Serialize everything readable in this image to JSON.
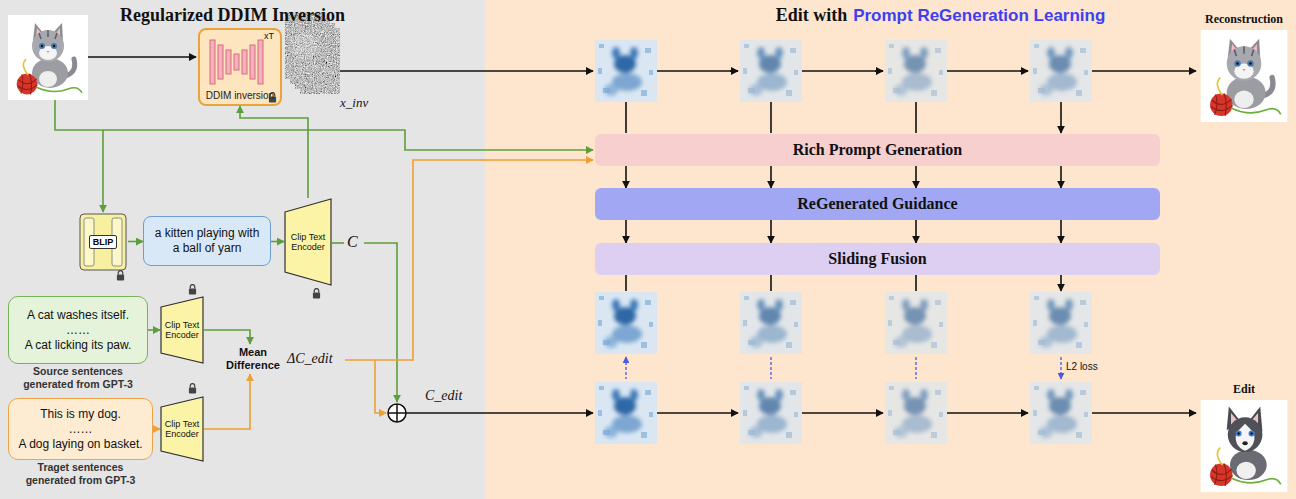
{
  "diagram": {
    "nodes": [
      {
        "text": [
          "Regularized DDIM Inversion"
        ]
      },
      {
        "text": [
          "Edit with",
          "Prompt ReGeneration Learning"
        ]
      },
      {
        "text": [
          "DDIM inversion"
        ],
        "in": 0
      },
      {
        "text": [
          "BLIP"
        ],
        "in": 0
      },
      {
        "text": [
          "a kitten playing with a ball of yarn"
        ],
        "in": 0
      },
      {
        "text": [
          "Clip Text Encoder"
        ],
        "in": 0
      },
      {
        "text": [
          "A cat washes itself.",
          "……",
          "A cat licking its paw.",
          "Source sentences generated from GPT-3"
        ],
        "in": 0
      },
      {
        "text": [
          "Clip Text Encoder"
        ],
        "in": 0
      },
      {
        "text": [
          "This is my dog.",
          "……",
          "A dog laying on basket.",
          "Traget sentences generated from GPT-3"
        ],
        "in": 0
      },
      {
        "text": [
          "Clip Text Encoder"
        ],
        "in": 0
      },
      {
        "text": [
          "Mean Difference"
        ],
        "in": 0
      },
      {
        "text": [
          "Rich Prompt Generation"
        ],
        "in": 1
      },
      {
        "text": [
          "ReGenerated Guidance"
        ],
        "in": 1
      },
      {
        "text": [
          "Sliding Fusion"
        ],
        "in": 1
      },
      {
        "text": [
          "Reconstruction"
        ],
        "in": 1
      },
      {
        "text": [
          "Edit"
        ],
        "in": 1
      }
    ],
    "edges": [
      {
        "from": 3,
        "to": 4,
        "arrow": "to"
      },
      {
        "from": 4,
        "to": 5,
        "arrow": "to"
      },
      {
        "from": 5,
        "to": 2,
        "arrow": "to"
      },
      {
        "from": 6,
        "to": 7,
        "arrow": "to"
      },
      {
        "from": 8,
        "to": 9,
        "arrow": "to"
      },
      {
        "from": 7,
        "to": 10,
        "arrow": "to"
      },
      {
        "from": 9,
        "to": 10,
        "arrow": "to"
      },
      {
        "from": 11,
        "to": 12,
        "arrow": "to"
      },
      {
        "from": 11,
        "to": 12,
        "arrow": "to"
      },
      {
        "from": 11,
        "to": 12,
        "arrow": "to"
      },
      {
        "from": 11,
        "to": 12,
        "arrow": "to"
      },
      {
        "from": 12,
        "to": 13,
        "arrow": "to"
      },
      {
        "from": 12,
        "to": 13,
        "arrow": "to"
      },
      {
        "from": 12,
        "to": 13,
        "arrow": "to"
      },
      {
        "from": 12,
        "to": 13,
        "arrow": "to"
      }
    ],
    "labels": [
      "xT",
      "x_inv",
      "C",
      "ΔC_edit",
      "C_edit",
      "L2 loss"
    ]
  }
}
